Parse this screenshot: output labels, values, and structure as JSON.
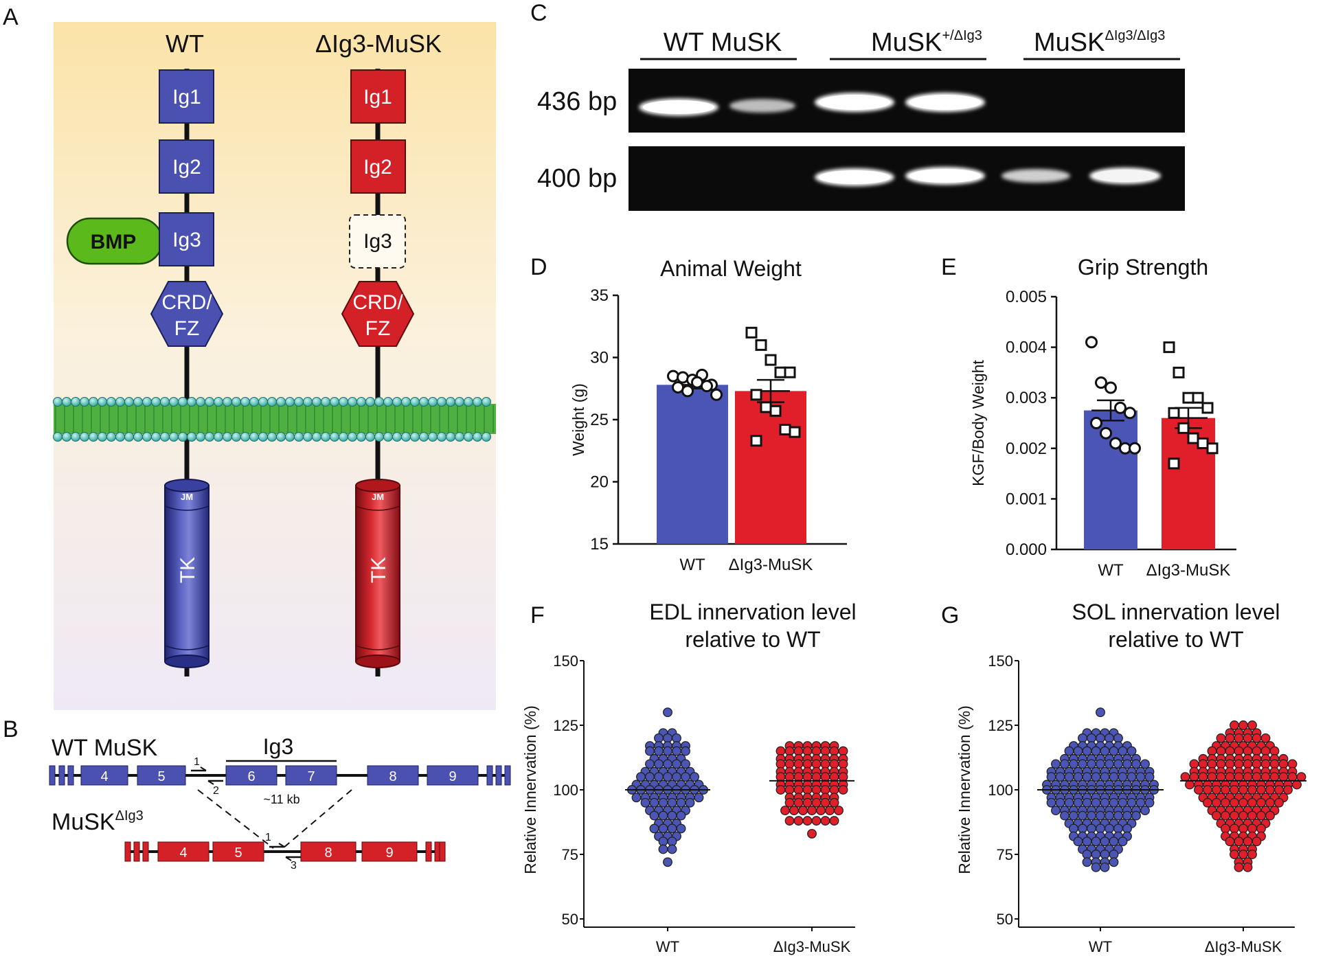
{
  "panels": {
    "A": "A",
    "B": "B",
    "C": "C",
    "D": "D",
    "E": "E",
    "F": "F",
    "G": "G"
  },
  "panelA": {
    "wt_title": "WT",
    "mut_title": "ΔIg3-MuSK",
    "ig1": "Ig1",
    "ig2": "Ig2",
    "ig3": "Ig3",
    "crd_line1": "CRD/",
    "crd_line2": "FZ",
    "bmp": "BMP",
    "jm": "JM",
    "tk": "TK",
    "colors": {
      "wt": "#4b51b0",
      "mut": "#d42027",
      "bmp": "#5cb91b",
      "membrane": "#3aa83a"
    }
  },
  "panelB": {
    "wt_label": "WT MuSK",
    "mut_label_main": "MuSK",
    "mut_label_sup": "ΔIg3",
    "ig3_label": "Ig3",
    "distance": "~11 kb",
    "wt_exons": [
      "4",
      "5",
      "6",
      "7",
      "8",
      "9"
    ],
    "mut_exons": [
      "4",
      "5",
      "8",
      "9"
    ],
    "primers": [
      "1",
      "2",
      "1",
      "3"
    ]
  },
  "panelC": {
    "group1": "WT MuSK",
    "group2_main": "MuSK",
    "group2_sup": "+/ΔIg3",
    "group3_main": "MuSK",
    "group3_sup": "ΔIg3/ΔIg3",
    "band1": "436 bp",
    "band2": "400 bp"
  },
  "chart_data": [
    {
      "id": "D",
      "type": "bar",
      "title": "Animal Weight",
      "ylabel": "Weight (g)",
      "ylim": [
        15,
        35
      ],
      "yticks": [
        15,
        20,
        25,
        30,
        35
      ],
      "categories": [
        "WT",
        "ΔIg3-MuSK"
      ],
      "values": [
        27.8,
        27.3
      ],
      "sem": [
        0.3,
        0.9
      ],
      "points": [
        [
          28.5,
          28.4,
          28.2,
          28.6,
          27.8,
          27.6,
          27.3,
          28.0,
          27.7,
          27.0
        ],
        [
          32.0,
          31.0,
          29.8,
          28.8,
          28.8,
          27.0,
          26.0,
          25.7,
          24.2,
          24.0,
          23.3
        ]
      ],
      "colors": [
        "#4a55b5",
        "#e11f2b"
      ]
    },
    {
      "id": "E",
      "type": "bar",
      "title": "Grip Strength",
      "ylabel": "KGF/Body Weight",
      "ylim": [
        0,
        0.005
      ],
      "yticks": [
        "0.000",
        "0.001",
        "0.002",
        "0.003",
        "0.004",
        "0.005"
      ],
      "categories": [
        "WT",
        "ΔIg3-MuSK"
      ],
      "values": [
        0.00275,
        0.0026
      ],
      "sem": [
        0.0002,
        0.0002
      ],
      "points": [
        [
          0.0041,
          0.0033,
          0.0032,
          0.0028,
          0.0027,
          0.0025,
          0.0023,
          0.0021,
          0.002,
          0.002
        ],
        [
          0.004,
          0.0035,
          0.003,
          0.003,
          0.0028,
          0.0027,
          0.0024,
          0.0022,
          0.0021,
          0.002,
          0.0017
        ]
      ],
      "colors": [
        "#4a55b5",
        "#e11f2b"
      ]
    },
    {
      "id": "F",
      "type": "scatter",
      "title_line1": "EDL innervation level",
      "title_line2": "relative to WT",
      "ylabel": "Relative Innervation (%)",
      "ylim": [
        50,
        150
      ],
      "yticks": [
        50,
        75,
        100,
        125,
        150
      ],
      "categories": [
        "WT",
        "ΔIg3-MuSK"
      ],
      "means": [
        100,
        103.5
      ],
      "groups": [
        [
          [
            130,
            1
          ],
          [
            122,
            2
          ],
          [
            120,
            3
          ],
          [
            117,
            5
          ],
          [
            115,
            5
          ],
          [
            112,
            4
          ],
          [
            110,
            5
          ],
          [
            107,
            6
          ],
          [
            105,
            7
          ],
          [
            102,
            8
          ],
          [
            100,
            9
          ],
          [
            97,
            8
          ],
          [
            95,
            6
          ],
          [
            92,
            5
          ],
          [
            90,
            4
          ],
          [
            87,
            3
          ],
          [
            85,
            4
          ],
          [
            82,
            3
          ],
          [
            80,
            2
          ],
          [
            77,
            2
          ],
          [
            72,
            1
          ]
        ],
        [
          [
            117,
            6
          ],
          [
            115,
            8
          ],
          [
            112,
            8
          ],
          [
            110,
            8
          ],
          [
            107,
            8
          ],
          [
            105,
            8
          ],
          [
            102,
            8
          ],
          [
            100,
            8
          ],
          [
            97,
            6
          ],
          [
            95,
            6
          ],
          [
            92,
            7
          ],
          [
            88,
            6
          ],
          [
            83,
            1
          ]
        ]
      ],
      "colors": [
        "#4a55b5",
        "#e11f2b"
      ]
    },
    {
      "id": "G",
      "type": "scatter",
      "title_line1": "SOL innervation level",
      "title_line2": "relative to WT",
      "ylabel": "Relative Innervation (%)",
      "ylim": [
        50,
        150
      ],
      "yticks": [
        50,
        75,
        100,
        125,
        150
      ],
      "categories": [
        "WT",
        "ΔIg3-MuSK"
      ],
      "means": [
        100,
        103.5
      ],
      "groups": [
        [
          [
            130,
            1
          ],
          [
            122,
            4
          ],
          [
            120,
            5
          ],
          [
            117,
            7
          ],
          [
            115,
            8
          ],
          [
            112,
            9
          ],
          [
            110,
            11
          ],
          [
            107,
            12
          ],
          [
            105,
            12
          ],
          [
            102,
            13
          ],
          [
            100,
            13
          ],
          [
            97,
            12
          ],
          [
            95,
            12
          ],
          [
            92,
            11
          ],
          [
            90,
            9
          ],
          [
            87,
            8
          ],
          [
            85,
            7
          ],
          [
            82,
            7
          ],
          [
            80,
            6
          ],
          [
            77,
            5
          ],
          [
            75,
            4
          ],
          [
            72,
            4
          ],
          [
            70,
            2
          ]
        ],
        [
          [
            125,
            3
          ],
          [
            122,
            4
          ],
          [
            120,
            6
          ],
          [
            117,
            7
          ],
          [
            115,
            8
          ],
          [
            112,
            10
          ],
          [
            110,
            12
          ],
          [
            107,
            12
          ],
          [
            105,
            14
          ],
          [
            102,
            13
          ],
          [
            100,
            11
          ],
          [
            97,
            10
          ],
          [
            95,
            9
          ],
          [
            92,
            8
          ],
          [
            90,
            7
          ],
          [
            87,
            6
          ],
          [
            85,
            5
          ],
          [
            82,
            5
          ],
          [
            80,
            4
          ],
          [
            77,
            3
          ],
          [
            75,
            3
          ],
          [
            72,
            2
          ],
          [
            70,
            2
          ]
        ]
      ],
      "colors": [
        "#4a55b5",
        "#e11f2b"
      ]
    }
  ]
}
